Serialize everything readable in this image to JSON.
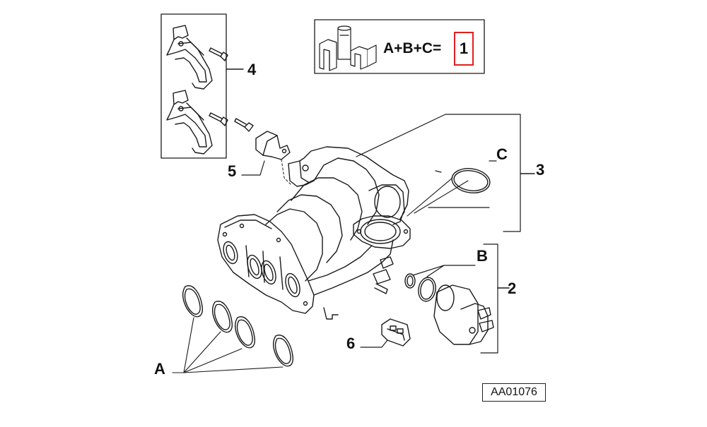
{
  "diagram": {
    "kit": {
      "formula": "A+B+C=",
      "quantity": "1",
      "highlight_color": "#e02020",
      "icon": "parts-kit-icon"
    },
    "callouts": {
      "item_1": "1",
      "item_2": "2",
      "item_3": "3",
      "item_4": "4",
      "item_5": "5",
      "item_6": "6",
      "gasket_a": "A",
      "gasket_b": "B",
      "gasket_c": "C"
    },
    "reference_code": "AA01076",
    "line_color": "#1a1a1a"
  }
}
